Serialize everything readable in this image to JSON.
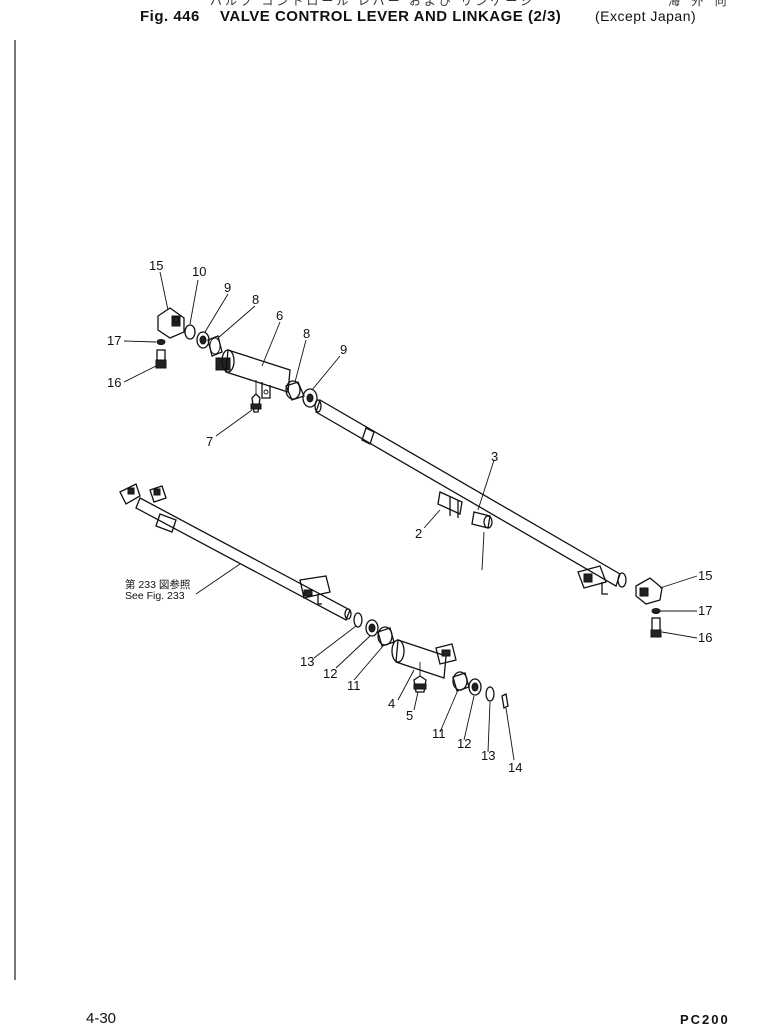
{
  "header": {
    "japanese_title": "バルブ コントロール レバー および リンケージ",
    "japanese_region": "海 外 向",
    "fig_label": "Fig. 446",
    "title": "VALVE CONTROL LEVER AND LINKAGE (2/3)",
    "region": "(Except Japan)"
  },
  "footer": {
    "page": "4-30",
    "model": "PC200"
  },
  "reference": {
    "japanese": "第 233 図参照",
    "english": "See Fig. 233"
  },
  "callouts": [
    "15",
    "10",
    "9",
    "8",
    "6",
    "8",
    "9",
    "17",
    "16",
    "7",
    "3",
    "2",
    "15",
    "17",
    "16",
    "13",
    "12",
    "11",
    "4",
    "5",
    "11",
    "12",
    "13",
    "14"
  ]
}
